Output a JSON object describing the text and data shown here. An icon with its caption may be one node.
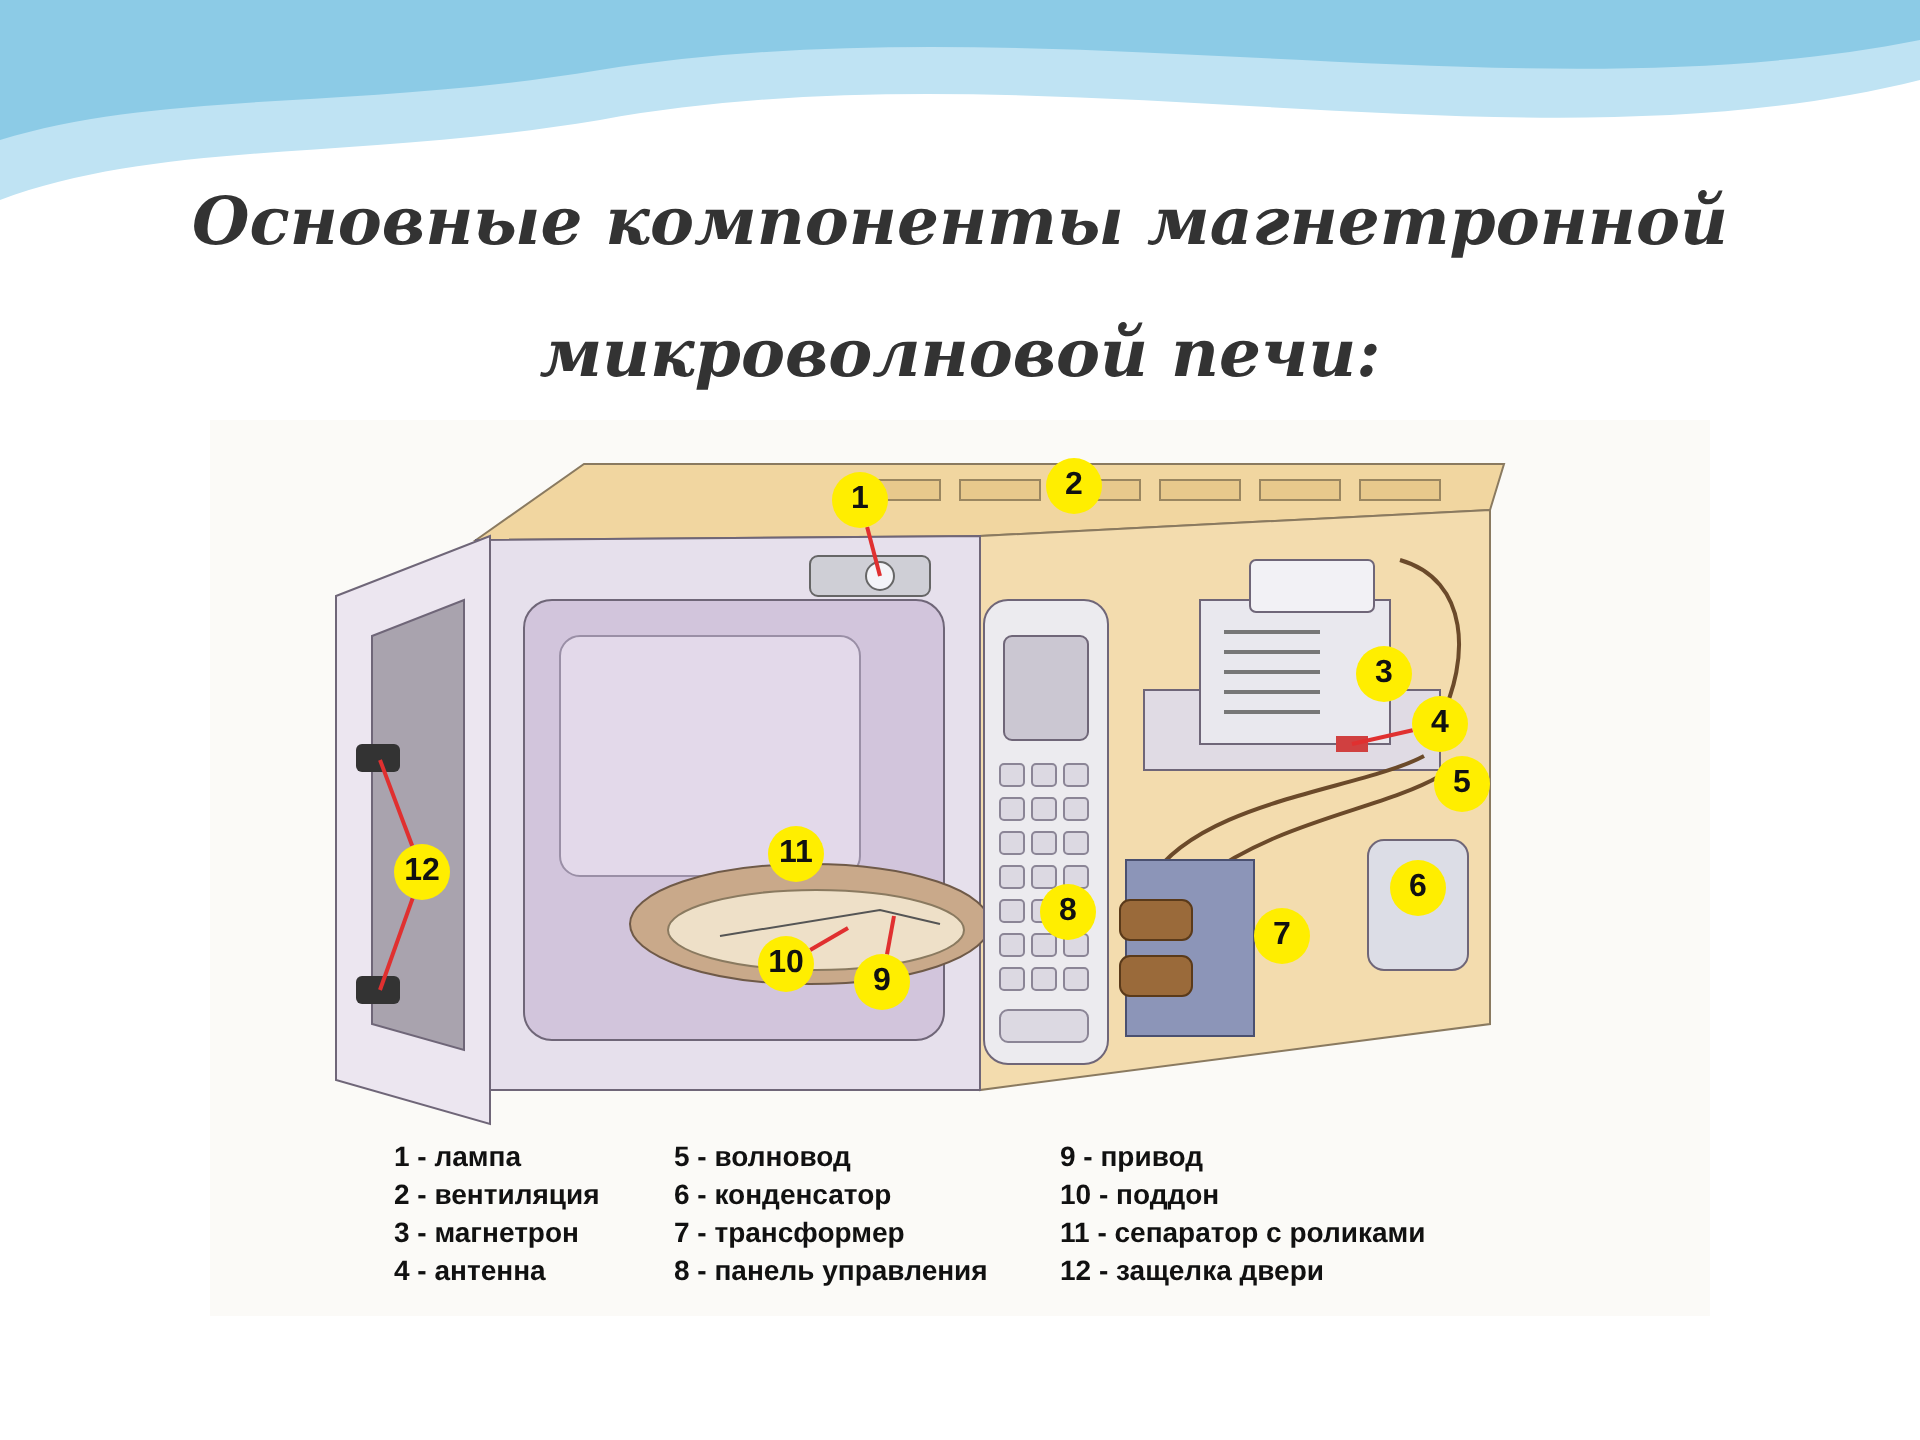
{
  "diagram": {
    "title": "Основные компоненты магнетронной микроволновой печи:",
    "nodes": [
      {
        "text": [
          "1"
        ]
      },
      {
        "text": [
          "2"
        ]
      },
      {
        "text": [
          "3"
        ]
      },
      {
        "text": [
          "4"
        ]
      },
      {
        "text": [
          "5"
        ]
      },
      {
        "text": [
          "6"
        ]
      },
      {
        "text": [
          "7"
        ]
      },
      {
        "text": [
          "8"
        ]
      },
      {
        "text": [
          "9"
        ]
      },
      {
        "text": [
          "10"
        ]
      },
      {
        "text": [
          "11"
        ]
      },
      {
        "text": [
          "12"
        ]
      }
    ],
    "edges": [
      {
        "from": 0,
        "to": null,
        "arrow": "none",
        "color": "#e03030"
      },
      {
        "from": 3,
        "to": null,
        "arrow": "none",
        "color": "#e03030"
      },
      {
        "from": 9,
        "to": null,
        "arrow": "none",
        "color": "#e03030"
      },
      {
        "from": 8,
        "to": null,
        "arrow": "none",
        "color": "#e03030"
      },
      {
        "from": 11,
        "to": null,
        "arrow": "none",
        "color": "#e03030"
      },
      {
        "from": 11,
        "to": null,
        "arrow": "none",
        "color": "#e03030"
      }
    ],
    "labels": [
      "1 - лампа",
      "5 - волновод",
      "9 - привод",
      "2 - вентиляция",
      "6 - конденсатор",
      "10 - поддон",
      "3 - магнетрон",
      "7 - трансформер",
      "11 - сепаратор с роликами",
      "4 - антенна",
      "8 - панель управления",
      "12 - защелка двери"
    ]
  }
}
